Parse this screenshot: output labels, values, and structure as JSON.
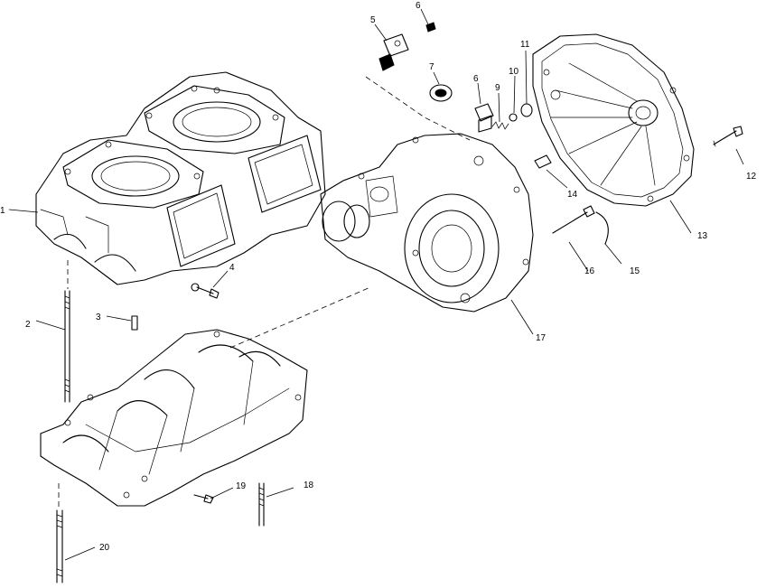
{
  "callouts": [
    {
      "id": "c1",
      "text": "1"
    },
    {
      "id": "c2",
      "text": "2"
    },
    {
      "id": "c3",
      "text": "3"
    },
    {
      "id": "c4",
      "text": "4"
    },
    {
      "id": "c5",
      "text": "5"
    },
    {
      "id": "c6a",
      "text": "6"
    },
    {
      "id": "c6b",
      "text": "6"
    },
    {
      "id": "c7",
      "text": "7"
    },
    {
      "id": "c9",
      "text": "9"
    },
    {
      "id": "c10",
      "text": "10"
    },
    {
      "id": "c11",
      "text": "11"
    },
    {
      "id": "c12",
      "text": "12"
    },
    {
      "id": "c13",
      "text": "13"
    },
    {
      "id": "c14",
      "text": "14"
    },
    {
      "id": "c15",
      "text": "15"
    },
    {
      "id": "c16",
      "text": "16"
    },
    {
      "id": "c17",
      "text": "17"
    },
    {
      "id": "c18",
      "text": "18"
    },
    {
      "id": "c19",
      "text": "19"
    },
    {
      "id": "c20",
      "text": "20"
    }
  ]
}
